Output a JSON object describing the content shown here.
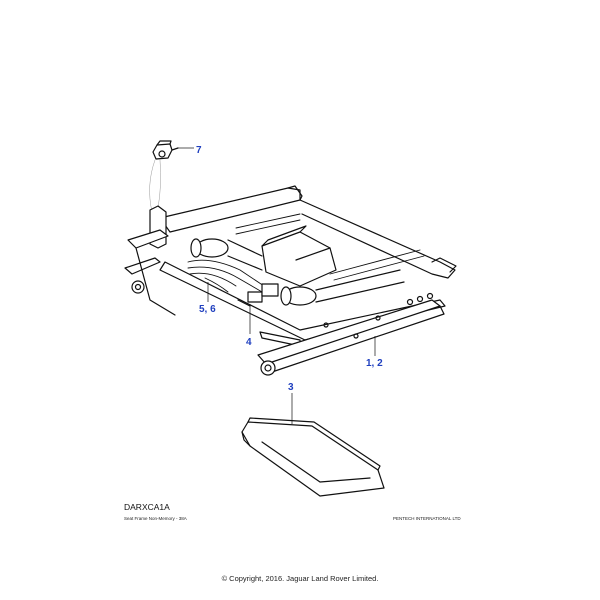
{
  "callouts": {
    "item_7": "7",
    "item_5_6": "5, 6",
    "item_4": "4",
    "item_1_2": "1, 2",
    "item_3": "3"
  },
  "footer": {
    "drawing_code": "DARXCA1A",
    "caption": "Seat Frame Non-Memory - 38A",
    "supplier": "PENTECH INTERNATIONAL LTD"
  },
  "copyright": "© Copyright, 2016. Jaguar Land Rover Limited.",
  "colors": {
    "callout": "#1f3fbf",
    "line": "#111111"
  }
}
